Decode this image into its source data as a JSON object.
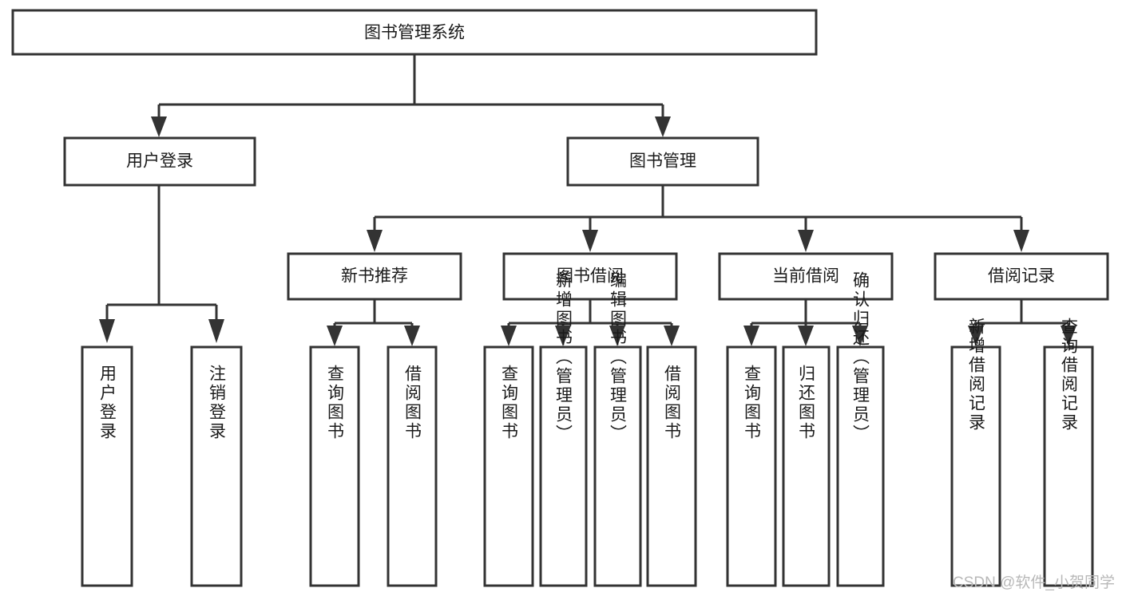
{
  "diagram": {
    "title": "图书管理系统",
    "type": "tree-hierarchy",
    "orientation": "top-down",
    "colors": {
      "box_border": "#333333",
      "box_fill": "#ffffff",
      "connector": "#333333",
      "text": "#1a1a1a",
      "background": "#ffffff",
      "watermark": "#b8b8b8"
    },
    "levels": {
      "level0": {
        "label": "level-0-root",
        "nodes": [
          {
            "id": "root",
            "label": "图书管理系统",
            "orientation": "horizontal"
          }
        ]
      },
      "level1": {
        "label": "level-1-modules",
        "nodes": [
          {
            "id": "user-login",
            "label": "用户登录",
            "orientation": "horizontal",
            "parent": "root"
          },
          {
            "id": "book-manage",
            "label": "图书管理",
            "orientation": "horizontal",
            "parent": "root"
          }
        ]
      },
      "level2": {
        "label": "level-2-submodules",
        "nodes": [
          {
            "id": "new-book-rec",
            "label": "新书推荐",
            "orientation": "horizontal",
            "parent": "book-manage"
          },
          {
            "id": "book-borrow",
            "label": "图书借阅",
            "orientation": "horizontal",
            "parent": "book-manage"
          },
          {
            "id": "current-borrow",
            "label": "当前借阅",
            "orientation": "horizontal",
            "parent": "book-manage"
          },
          {
            "id": "borrow-record",
            "label": "借阅记录",
            "orientation": "horizontal",
            "parent": "book-manage"
          }
        ]
      },
      "level3": {
        "label": "level-3-functions",
        "nodes": [
          {
            "id": "fn-user-login",
            "label": "用户登录",
            "orientation": "vertical",
            "parent": "user-login"
          },
          {
            "id": "fn-user-logout",
            "label": "注销登录",
            "orientation": "vertical",
            "parent": "user-login"
          },
          {
            "id": "fn-query-book-1",
            "label": "查询图书",
            "orientation": "vertical",
            "parent": "new-book-rec"
          },
          {
            "id": "fn-borrow-book-1",
            "label": "借阅图书",
            "orientation": "vertical",
            "parent": "new-book-rec"
          },
          {
            "id": "fn-query-book-2",
            "label": "查询图书",
            "orientation": "vertical",
            "parent": "book-borrow"
          },
          {
            "id": "fn-add-book",
            "label": "新增图书（管理员）",
            "orientation": "vertical",
            "parent": "book-borrow"
          },
          {
            "id": "fn-edit-book",
            "label": "编辑图书（管理员）",
            "orientation": "vertical",
            "parent": "book-borrow"
          },
          {
            "id": "fn-borrow-book-2",
            "label": "借阅图书",
            "orientation": "vertical",
            "parent": "book-borrow"
          },
          {
            "id": "fn-query-book-3",
            "label": "查询图书",
            "orientation": "vertical",
            "parent": "current-borrow"
          },
          {
            "id": "fn-return-book",
            "label": "归还图书",
            "orientation": "vertical",
            "parent": "current-borrow"
          },
          {
            "id": "fn-confirm-return",
            "label": "确认归还（管理员）",
            "orientation": "vertical",
            "parent": "current-borrow"
          },
          {
            "id": "fn-add-record",
            "label": "新增借阅记录",
            "orientation": "vertical",
            "parent": "borrow-record"
          },
          {
            "id": "fn-query-record",
            "label": "查询借阅记录",
            "orientation": "vertical",
            "parent": "borrow-record"
          }
        ]
      }
    },
    "watermark": "CSDN @软件_小贺同学"
  }
}
